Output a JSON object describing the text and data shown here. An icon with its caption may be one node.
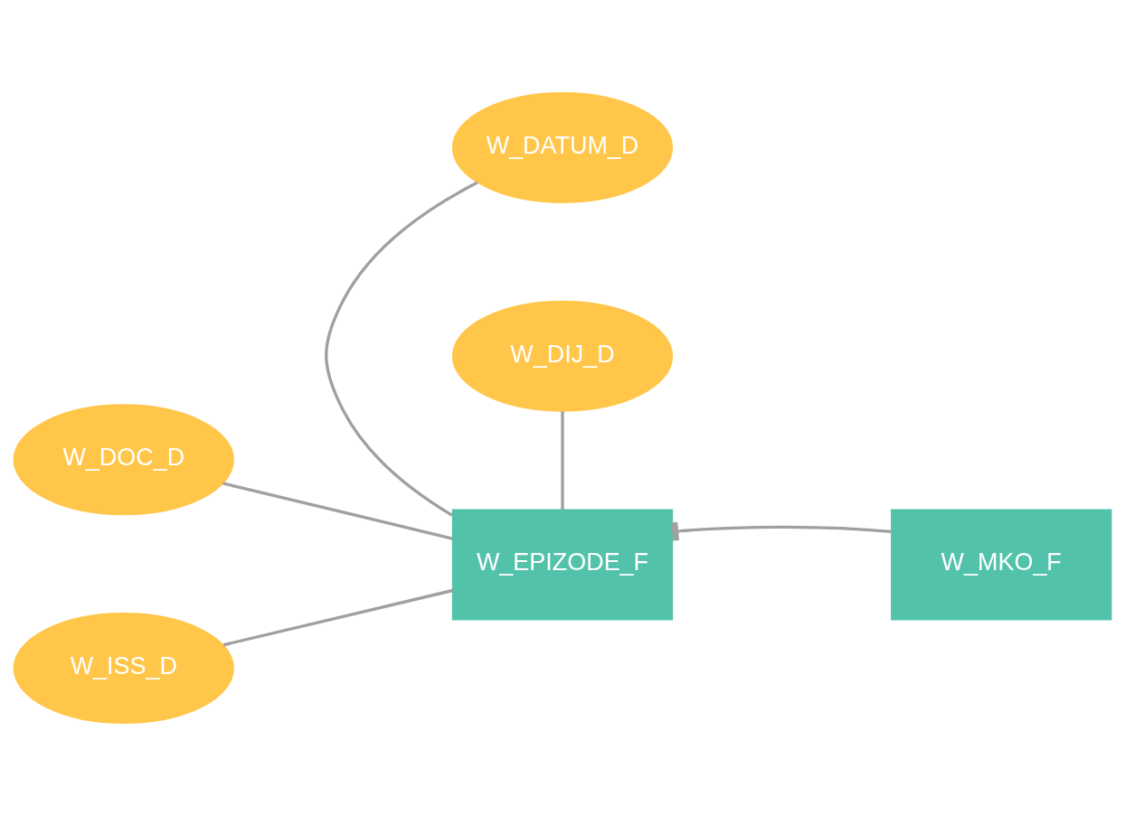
{
  "diagram": {
    "nodes": [
      {
        "text": [
          "W_DATUM_D"
        ]
      },
      {
        "text": [
          "W_DOC_D"
        ]
      },
      {
        "text": [
          "W_EPIZODE_F"
        ]
      },
      {
        "text": [
          "W_MKO_F"
        ]
      },
      {
        "text": [
          "W_ISS_D"
        ]
      },
      {
        "text": [
          "W_DIJ_D"
        ]
      }
    ],
    "edges": [
      {
        "from": 0,
        "to": 2,
        "arrow": "none"
      },
      {
        "from": 1,
        "to": 2,
        "arrow": "none"
      },
      {
        "from": 3,
        "to": 2,
        "arrow": "other"
      },
      {
        "from": 4,
        "to": 2,
        "arrow": "none"
      },
      {
        "from": 5,
        "to": 2,
        "arrow": "none"
      }
    ]
  }
}
